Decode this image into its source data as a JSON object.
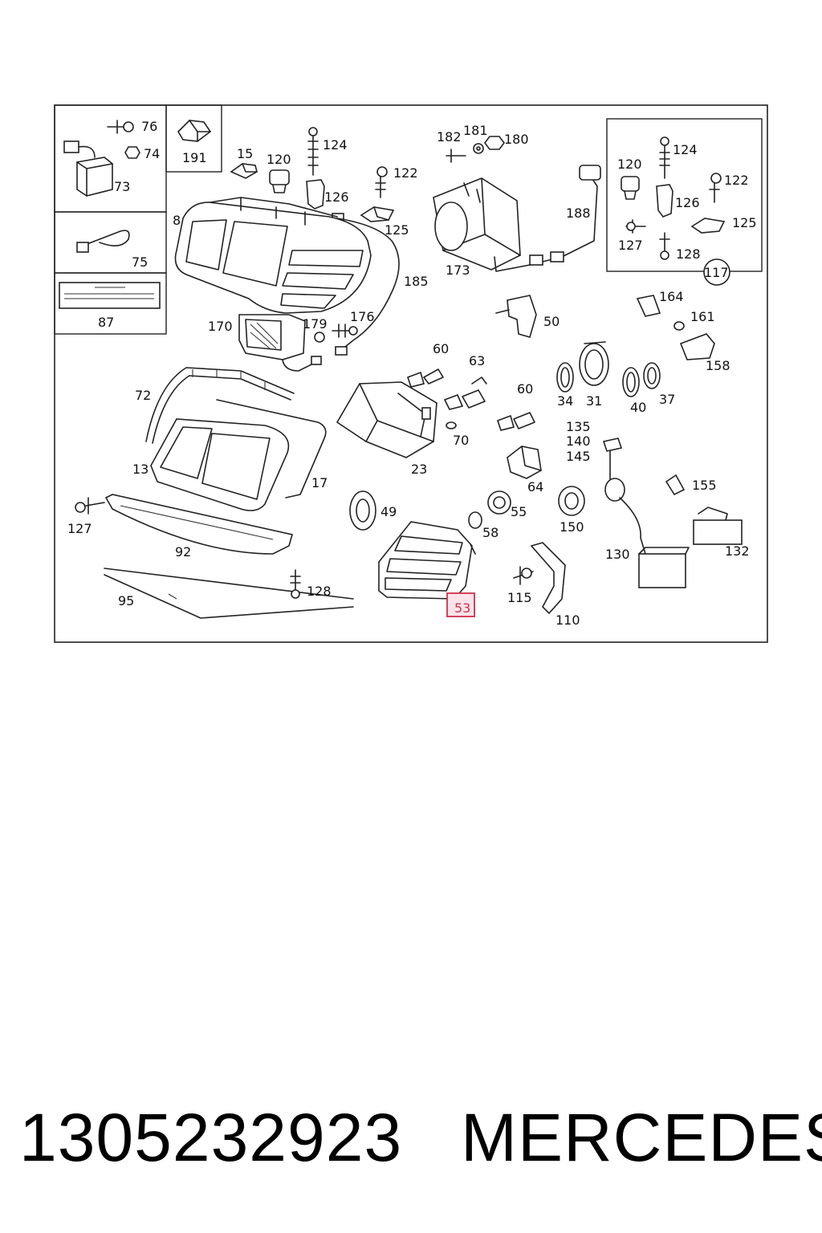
{
  "diagram": {
    "callouts": {
      "c76": "76",
      "c74": "74",
      "c73": "73",
      "c191": "191",
      "c75": "75",
      "c87": "87",
      "c15": "15",
      "c120a": "120",
      "c124a": "124",
      "c126a": "126",
      "c122a": "122",
      "c125a": "125",
      "c8": "8",
      "c185": "185",
      "c182": "182",
      "c181": "181",
      "c180": "180",
      "c173": "173",
      "c188": "188",
      "c124b": "124",
      "c120b": "120",
      "c122b": "122",
      "c126b": "126",
      "c125b": "125",
      "c127a": "127",
      "c128a": "128",
      "c117": "117",
      "c170": "170",
      "c179": "179",
      "c176": "176",
      "c50": "50",
      "c164": "164",
      "c161": "161",
      "c158": "158",
      "c60a": "60",
      "c63": "63",
      "c60b": "60",
      "c34": "34",
      "c31": "31",
      "c40": "40",
      "c37": "37",
      "c72": "72",
      "c70": "70",
      "c23": "23",
      "c135": "135",
      "c140": "140",
      "c145": "145",
      "c13": "13",
      "c17": "17",
      "c64": "64",
      "c155": "155",
      "c127b": "127",
      "c49": "49",
      "c55": "55",
      "c150": "150",
      "c58": "58",
      "c92": "92",
      "c130": "130",
      "c132": "132",
      "c128b": "128",
      "c115": "115",
      "c95": "95",
      "c53": "53",
      "c110": "110"
    },
    "highlight": {
      "callout": "53",
      "stroke": "#d0304a",
      "fill": "#fde4ea"
    }
  },
  "footer": {
    "part_number": "1305232923",
    "brand": "MERCEDES"
  }
}
